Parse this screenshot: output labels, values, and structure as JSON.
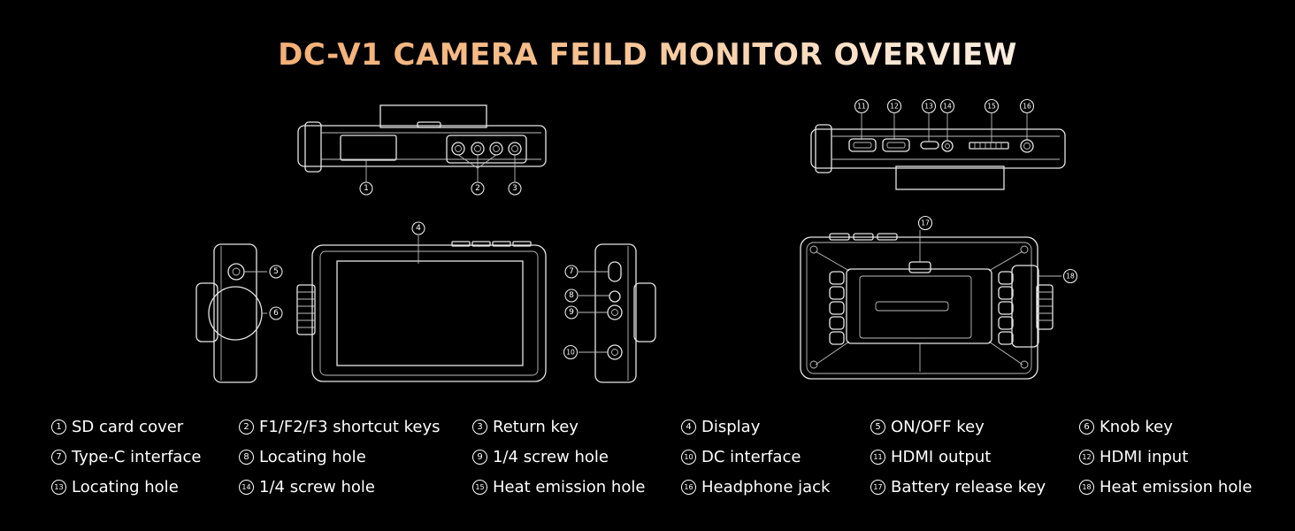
{
  "title": "DC-V1 CAMERA FEILD MONITOR OVERVIEW",
  "callouts": [
    "1",
    "2",
    "3",
    "4",
    "5",
    "6",
    "7",
    "8",
    "9",
    "10",
    "11",
    "12",
    "13",
    "14",
    "15",
    "16",
    "17",
    "18"
  ],
  "legend": [
    {
      "num": "1",
      "label": "SD card cover"
    },
    {
      "num": "2",
      "label": "F1/F2/F3 shortcut keys"
    },
    {
      "num": "3",
      "label": "Return key"
    },
    {
      "num": "4",
      "label": "Display"
    },
    {
      "num": "5",
      "label": "ON/OFF key"
    },
    {
      "num": "6",
      "label": "Knob key"
    },
    {
      "num": "7",
      "label": "Type-C interface"
    },
    {
      "num": "8",
      "label": "Locating hole"
    },
    {
      "num": "9",
      "label": "1/4 screw hole"
    },
    {
      "num": "10",
      "label": "DC interface"
    },
    {
      "num": "11",
      "label": "HDMI output"
    },
    {
      "num": "12",
      "label": "HDMI input"
    },
    {
      "num": "13",
      "label": "Locating hole"
    },
    {
      "num": "14",
      "label": "1/4 screw hole"
    },
    {
      "num": "15",
      "label": "Heat emission hole"
    },
    {
      "num": "16",
      "label": "Headphone jack"
    },
    {
      "num": "17",
      "label": "Battery release key"
    },
    {
      "num": "18",
      "label": "Heat emission hole"
    }
  ]
}
